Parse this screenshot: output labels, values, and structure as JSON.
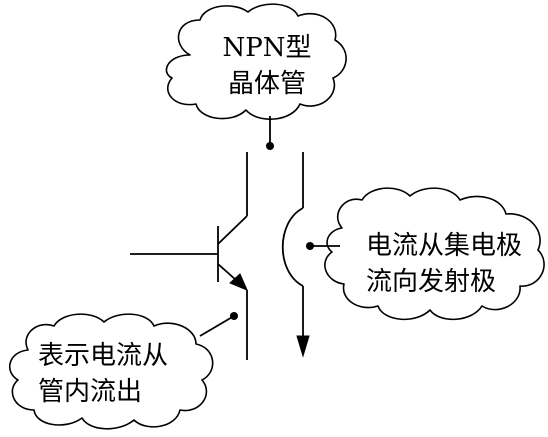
{
  "diagram": {
    "callouts": {
      "top": {
        "line1": "NPN型",
        "line2": "晶体管"
      },
      "right": {
        "line1": "电流从集电极",
        "line2": "流向发射极"
      },
      "left": {
        "line1": "表示电流从",
        "line2": "管内流出"
      }
    }
  }
}
